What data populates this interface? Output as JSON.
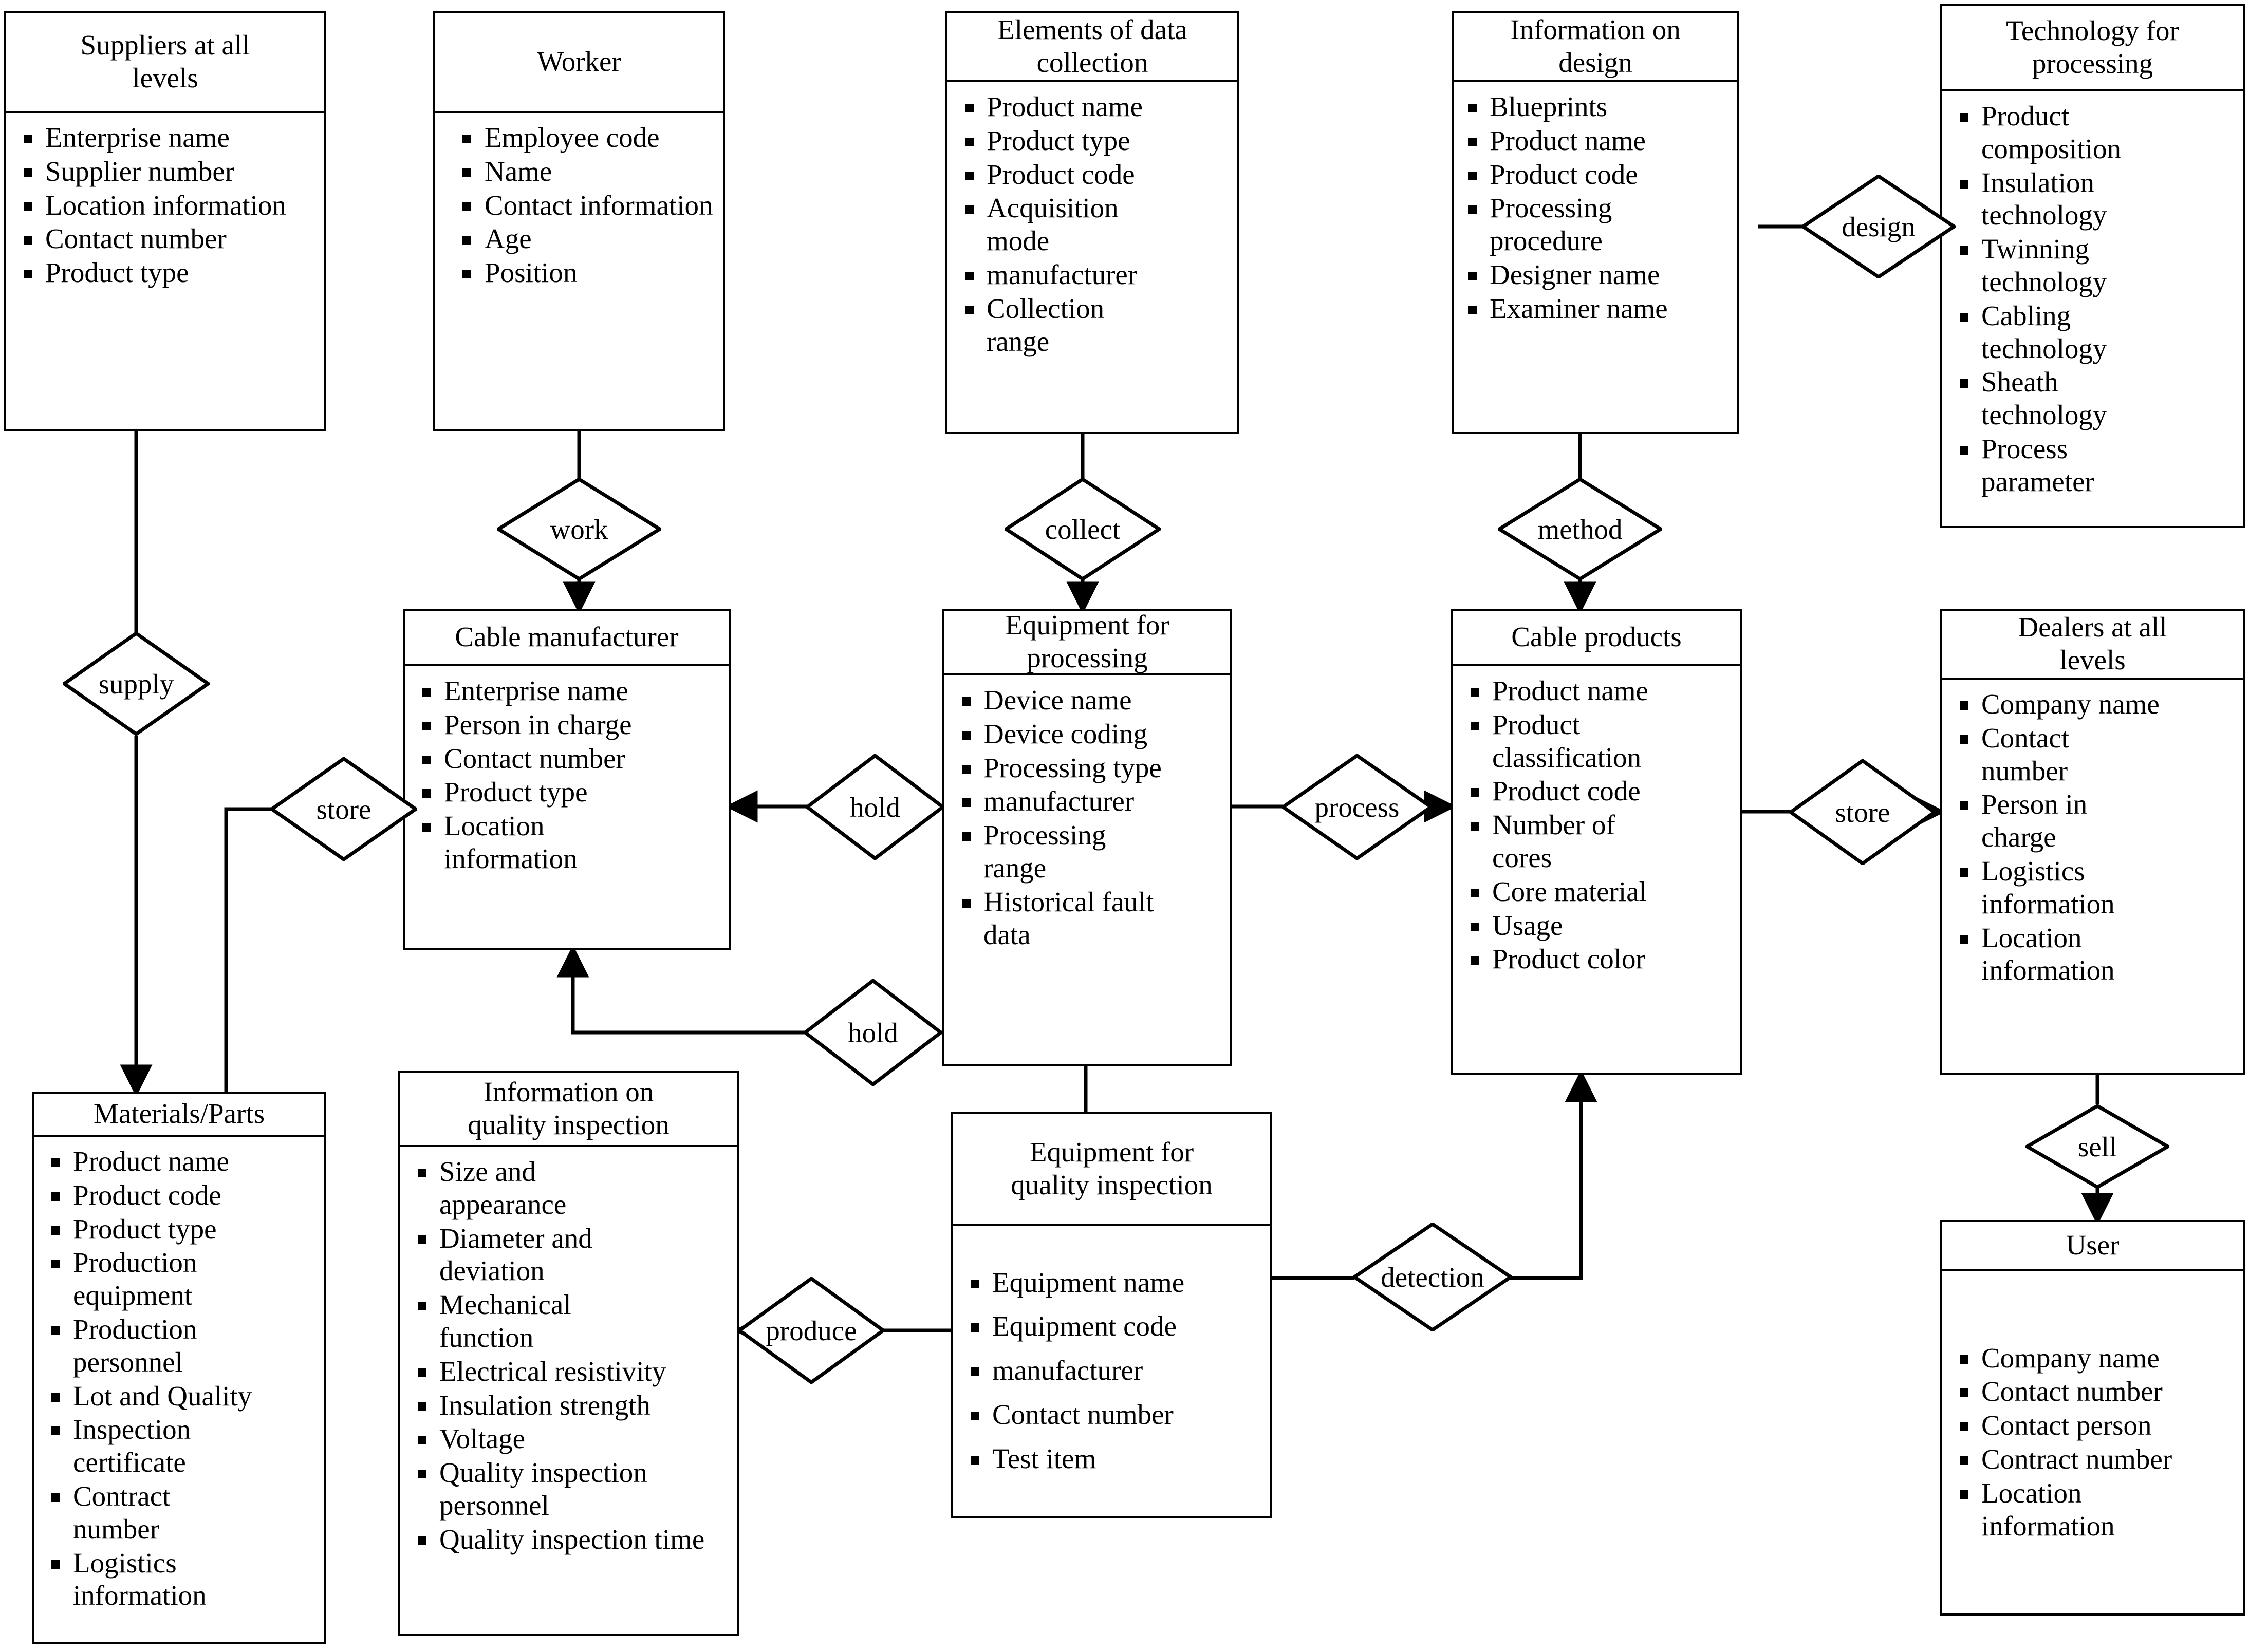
{
  "diagram": {
    "type": "entity-relationship-diagram",
    "title": "",
    "entities": [
      {
        "id": "suppliers",
        "name": "Suppliers at all\nlevels",
        "attributes": [
          "Enterprise name",
          "Supplier number",
          "Location information",
          "Contact number",
          "Product type"
        ]
      },
      {
        "id": "worker",
        "name": "Worker",
        "attributes": [
          "Employee code",
          "Name",
          "Contact information",
          "Age",
          "Position"
        ]
      },
      {
        "id": "elements-of-data-collection",
        "name": "Elements of data\ncollection",
        "attributes": [
          "Product name",
          "Product type",
          "Product code",
          "Acquisition mode",
          "manufacturer",
          "Collection range"
        ]
      },
      {
        "id": "information-on-design",
        "name": "Information on\ndesign",
        "attributes": [
          "Blueprints",
          "Product name",
          "Product code",
          "Processing procedure",
          "Designer name",
          "Examiner name"
        ]
      },
      {
        "id": "technology-for-processing",
        "name": "Technology for\nprocessing",
        "attributes": [
          "Product composition",
          "Insulation technology",
          "Twinning technology",
          "Cabling technology",
          "Sheath technology",
          "Process parameter"
        ]
      },
      {
        "id": "cable-manufacturer",
        "name": "Cable manufacturer",
        "attributes": [
          "Enterprise name",
          "Person in charge",
          "Contact number",
          "Product type",
          "Location information"
        ]
      },
      {
        "id": "equipment-for-processing",
        "name": "Equipment for\nprocessing",
        "attributes": [
          "Device name",
          "Device coding",
          "Processing type",
          "manufacturer",
          "Processing range",
          "Historical fault data"
        ]
      },
      {
        "id": "cable-products",
        "name": "Cable products",
        "attributes": [
          "Product name",
          "Product classification",
          "Product code",
          "Number of cores",
          "Core material",
          "Usage",
          "Product color"
        ]
      },
      {
        "id": "dealers",
        "name": "Dealers at all\nlevels",
        "attributes": [
          "Company name",
          "Contact number",
          "Person in charge",
          "Logistics information",
          "Location information"
        ]
      },
      {
        "id": "materials-parts",
        "name": "Materials/Parts",
        "attributes": [
          "Product name",
          "Product code",
          "Product type",
          "Production equipment",
          "Production personnel",
          "Lot and Quality",
          "Inspection certificate",
          "Contract number",
          "Logistics information"
        ]
      },
      {
        "id": "information-on-quality-inspection",
        "name": "Information on\nquality inspection",
        "attributes": [
          "Size and appearance",
          "Diameter and deviation",
          "Mechanical function",
          "Electrical resistivity",
          "Insulation strength",
          "Voltage",
          "Quality inspection personnel",
          "Quality inspection time"
        ]
      },
      {
        "id": "equipment-for-quality-inspection",
        "name": "Equipment for\nquality inspection",
        "attributes": [
          "Equipment name",
          "Equipment code",
          "manufacturer",
          "Contact number",
          "Test item"
        ]
      },
      {
        "id": "user",
        "name": "User",
        "attributes": [
          "Company name",
          "Contact number",
          "Contact person",
          "Contract number",
          "Location information"
        ]
      }
    ],
    "relationships": [
      {
        "id": "supply",
        "label": "supply",
        "from": "suppliers",
        "to": "materials-parts"
      },
      {
        "id": "work",
        "label": "work",
        "from": "worker",
        "to": "cable-manufacturer"
      },
      {
        "id": "collect",
        "label": "collect",
        "from": "elements-of-data-collection",
        "to": "equipment-for-processing"
      },
      {
        "id": "method",
        "label": "method",
        "from": "information-on-design",
        "to": "cable-products"
      },
      {
        "id": "design",
        "label": "design",
        "from": "information-on-design",
        "to": "technology-for-processing"
      },
      {
        "id": "store-1",
        "label": "store",
        "from": "materials-parts",
        "to": "cable-manufacturer"
      },
      {
        "id": "hold-1",
        "label": "hold",
        "from": "equipment-for-processing",
        "to": "cable-manufacturer"
      },
      {
        "id": "process",
        "label": "process",
        "from": "equipment-for-processing",
        "to": "cable-products"
      },
      {
        "id": "store-2",
        "label": "store",
        "from": "cable-products",
        "to": "dealers"
      },
      {
        "id": "hold-2",
        "label": "hold",
        "from": "equipment-for-quality-inspection",
        "to": "cable-manufacturer"
      },
      {
        "id": "detection",
        "label": "detection",
        "from": "equipment-for-quality-inspection",
        "to": "cable-products"
      },
      {
        "id": "produce",
        "label": "produce",
        "from": "equipment-for-quality-inspection",
        "to": "information-on-quality-inspection"
      },
      {
        "id": "sell",
        "label": "sell",
        "from": "dealers",
        "to": "user"
      }
    ]
  },
  "colors": {
    "stroke": "#000000",
    "background": "#ffffff",
    "text": "#000000"
  }
}
